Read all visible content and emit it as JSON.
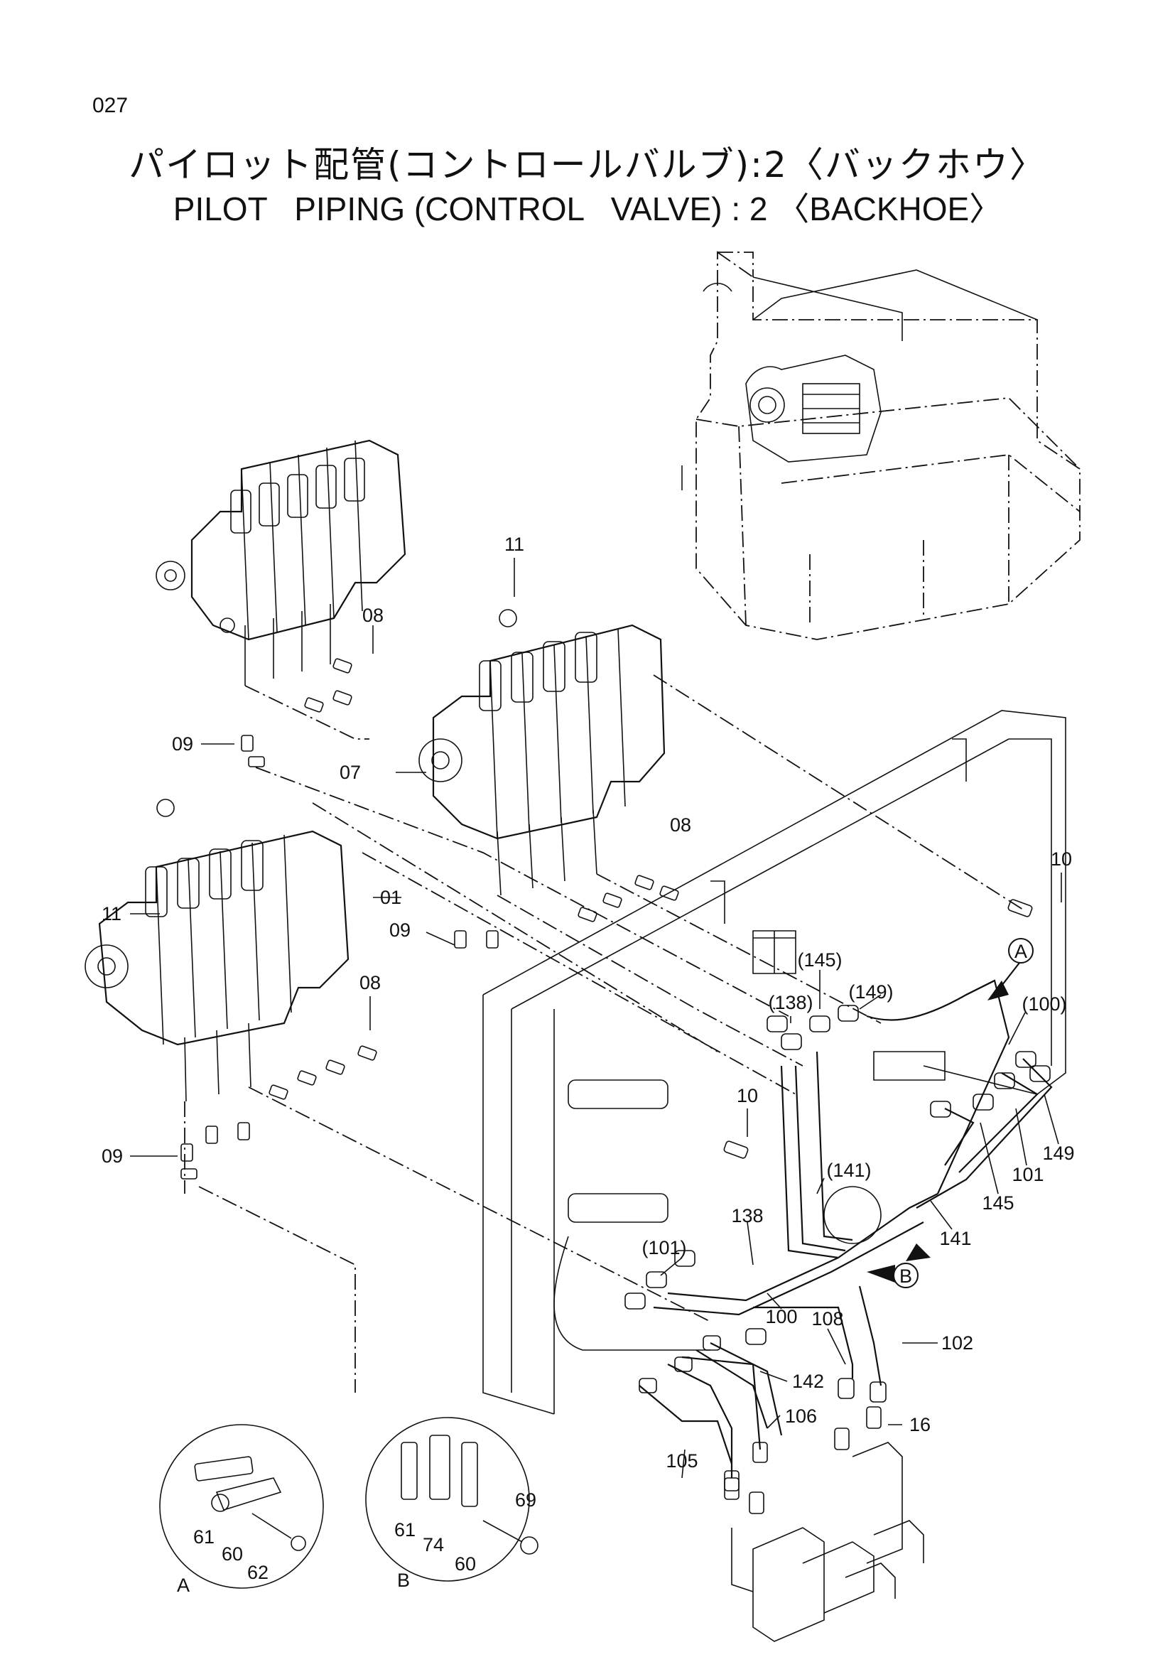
{
  "page_number": "027",
  "title_jp": "パイロット配管(コントロールバルブ):2〈バックホウ〉",
  "title_en": "PILOT   PIPING (CONTROL   VALVE) : 2 〈BACKHOE〉",
  "callouts": {
    "c11a": "11",
    "c08a": "08",
    "c09a": "09",
    "c07": "07",
    "c11b": "11",
    "c01": "01",
    "c08b": "08",
    "c09b": "09",
    "c08c": "08",
    "c09c": "09",
    "c10a": "10",
    "c10b": "10",
    "c145a": "(145)",
    "c138a": "(138)",
    "c149a": "(149)",
    "c100a": "(100)",
    "c141a": "(141)",
    "c138b": "138",
    "c101a": "(101)",
    "c100b": "100",
    "c108": "108",
    "c102": "102",
    "c142": "142",
    "c106": "106",
    "c105": "105",
    "c16": "16",
    "c149b": "149",
    "c101b": "101",
    "c145b": "145",
    "c141b": "141",
    "d61a": "61",
    "d60a": "60",
    "d62": "62",
    "d61b": "61",
    "d74": "74",
    "d60b": "60",
    "d69": "69"
  },
  "markers": {
    "a": "A",
    "b": "B"
  },
  "details": {
    "a": "A",
    "b": "B"
  }
}
